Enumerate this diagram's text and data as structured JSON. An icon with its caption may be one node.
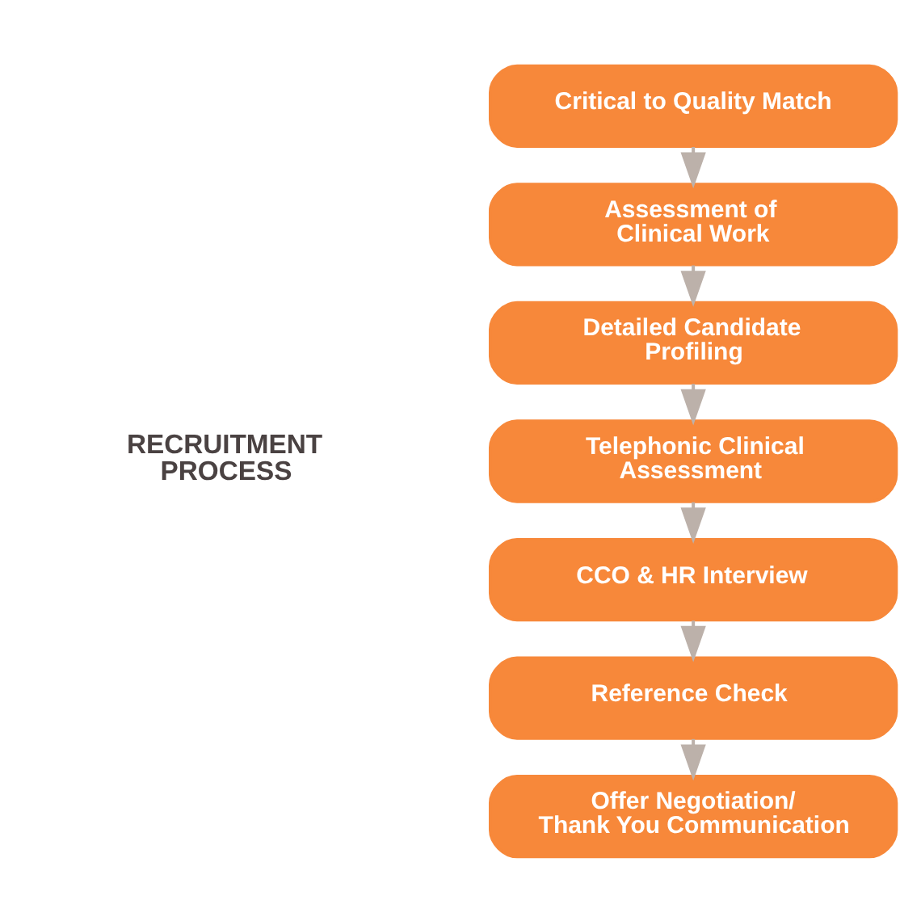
{
  "diagram": {
    "nodes": [
      {
        "text": [
          "Critical to Quality Match"
        ]
      },
      {
        "text": [
          "Assessment of Clinical Work"
        ]
      },
      {
        "text": [
          "Detailed Candidate Profiling"
        ]
      },
      {
        "text": [
          "Telephonic Clinical Assessment"
        ]
      },
      {
        "text": [
          "CCO & HR Interview"
        ]
      },
      {
        "text": [
          "Reference Check"
        ]
      },
      {
        "text": [
          "Offer Negotiation/ Thank You Communication"
        ]
      }
    ],
    "edges": [
      {
        "from": 0,
        "to": 1,
        "arrow": "to"
      },
      {
        "from": 1,
        "to": 2,
        "arrow": "to"
      },
      {
        "from": 2,
        "to": 3,
        "arrow": "to"
      },
      {
        "from": 3,
        "to": 4,
        "arrow": "to"
      },
      {
        "from": 4,
        "to": 5,
        "arrow": "to"
      },
      {
        "from": 5,
        "to": 6,
        "arrow": "to"
      }
    ],
    "labels": [
      "RECRUITMENT PROCESS"
    ]
  }
}
